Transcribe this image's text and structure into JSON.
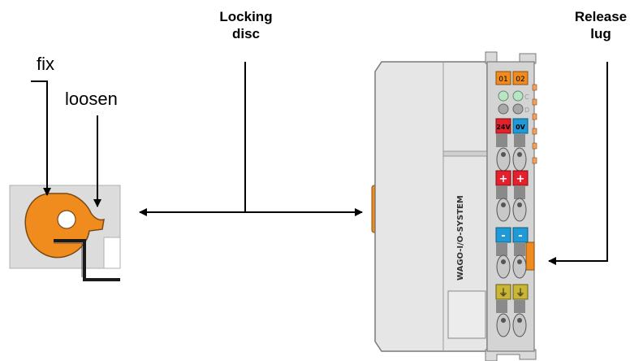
{
  "labels": {
    "fix": "fix",
    "loosen": "loosen",
    "locking_disc_line1": "Locking",
    "locking_disc_line2": "disc",
    "release_lug_line1": "Release",
    "release_lug_line2": "lug"
  },
  "device": {
    "brand_text": "WAGO-I/O-SYSTEM",
    "channel_1": "01",
    "channel_2": "02",
    "led_c": "C",
    "led_d": "D",
    "supply_plus": "24V",
    "supply_zero": "0V",
    "plus_1": "+",
    "plus_2": "+",
    "minus_1": "-",
    "minus_2": "-",
    "ground_1": "⏚",
    "ground_2": "⏚"
  },
  "colors": {
    "orange": "#f08c1e",
    "red": "#e5202c",
    "blue": "#1f9ad6",
    "yellow": "#c9b536",
    "housing": "#e6e6e6"
  }
}
